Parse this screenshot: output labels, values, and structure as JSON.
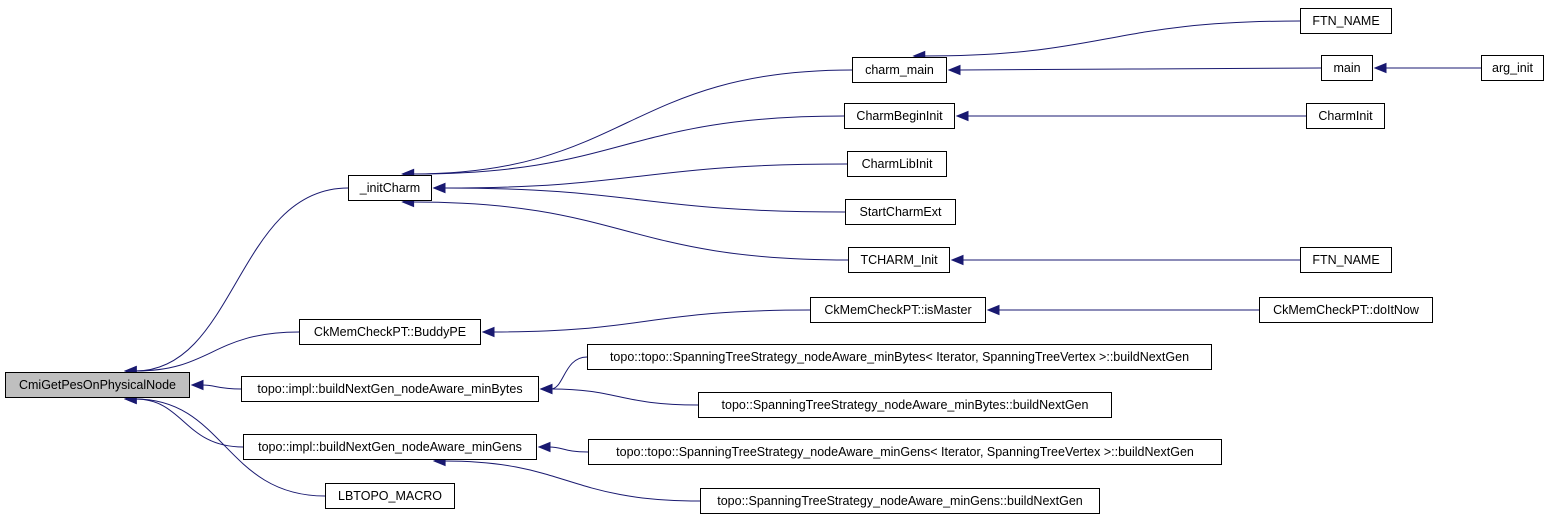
{
  "graph": {
    "type": "caller-graph",
    "edge_color": "#191970",
    "root_fill": "#bfbfbf",
    "nodes": [
      {
        "id": "root",
        "label": "CmiGetPesOnPhysicalNode",
        "root": true
      },
      {
        "id": "initCharm",
        "label": "_initCharm"
      },
      {
        "id": "buddyPE",
        "label": "CkMemCheckPT::BuddyPE"
      },
      {
        "id": "minBytes",
        "label": "topo::impl::buildNextGen_nodeAware_minBytes"
      },
      {
        "id": "minGens",
        "label": "topo::impl::buildNextGen_nodeAware_minGens"
      },
      {
        "id": "lbtopo",
        "label": "LBTOPO_MACRO"
      },
      {
        "id": "charm_main",
        "label": "charm_main"
      },
      {
        "id": "charmBeginInit",
        "label": "CharmBeginInit"
      },
      {
        "id": "charmLibInit",
        "label": "CharmLibInit"
      },
      {
        "id": "startCharmExt",
        "label": "StartCharmExt"
      },
      {
        "id": "tcharmInit",
        "label": "TCHARM_Init"
      },
      {
        "id": "isMaster",
        "label": "CkMemCheckPT::isMaster"
      },
      {
        "id": "stsBytesTpl",
        "label": "topo::topo::SpanningTreeStrategy_nodeAware_minBytes< Iterator, SpanningTreeVertex >::buildNextGen"
      },
      {
        "id": "stsBytes",
        "label": "topo::SpanningTreeStrategy_nodeAware_minBytes::buildNextGen"
      },
      {
        "id": "stsGensTpl",
        "label": "topo::topo::SpanningTreeStrategy_nodeAware_minGens< Iterator, SpanningTreeVertex >::buildNextGen"
      },
      {
        "id": "stsGens",
        "label": "topo::SpanningTreeStrategy_nodeAware_minGens::buildNextGen"
      },
      {
        "id": "ftn1",
        "label": "FTN_NAME"
      },
      {
        "id": "main",
        "label": "main"
      },
      {
        "id": "charmInit",
        "label": "CharmInit"
      },
      {
        "id": "ftn2",
        "label": "FTN_NAME"
      },
      {
        "id": "doItNow",
        "label": "CkMemCheckPT::doItNow"
      },
      {
        "id": "argInit",
        "label": "arg_init"
      }
    ],
    "edges": [
      {
        "from": "initCharm",
        "to": "root"
      },
      {
        "from": "buddyPE",
        "to": "root"
      },
      {
        "from": "minBytes",
        "to": "root"
      },
      {
        "from": "minGens",
        "to": "root"
      },
      {
        "from": "lbtopo",
        "to": "root"
      },
      {
        "from": "charm_main",
        "to": "initCharm"
      },
      {
        "from": "charmBeginInit",
        "to": "initCharm"
      },
      {
        "from": "charmLibInit",
        "to": "initCharm"
      },
      {
        "from": "startCharmExt",
        "to": "initCharm"
      },
      {
        "from": "tcharmInit",
        "to": "initCharm"
      },
      {
        "from": "isMaster",
        "to": "buddyPE"
      },
      {
        "from": "stsBytesTpl",
        "to": "minBytes"
      },
      {
        "from": "stsBytes",
        "to": "minBytes"
      },
      {
        "from": "stsGensTpl",
        "to": "minGens"
      },
      {
        "from": "stsGens",
        "to": "minGens"
      },
      {
        "from": "ftn1",
        "to": "charm_main"
      },
      {
        "from": "main",
        "to": "charm_main"
      },
      {
        "from": "charmInit",
        "to": "charmBeginInit"
      },
      {
        "from": "ftn2",
        "to": "tcharmInit"
      },
      {
        "from": "doItNow",
        "to": "isMaster"
      },
      {
        "from": "argInit",
        "to": "main"
      }
    ]
  }
}
